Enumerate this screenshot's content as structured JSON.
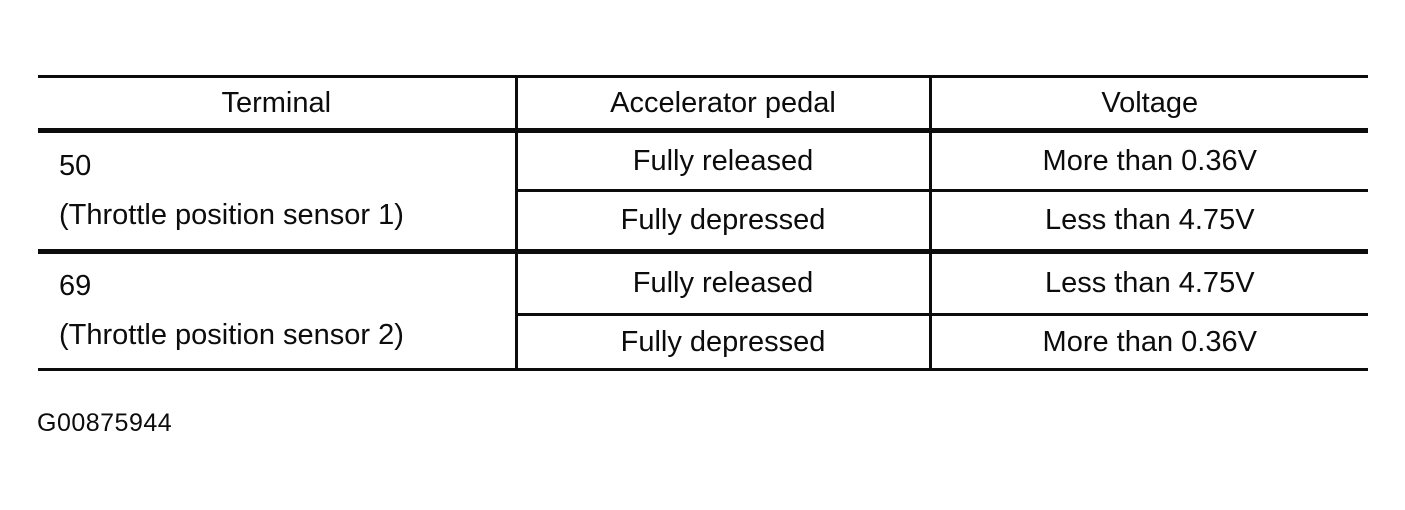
{
  "colors": {
    "ink": "#0c0c0c",
    "paper": "#ffffff"
  },
  "figure_code": "G00875944",
  "table": {
    "columns": [
      "Terminal",
      "Accelerator pedal",
      "Voltage"
    ],
    "groups": [
      {
        "terminal": "50",
        "terminal_label": "(Throttle position sensor 1)",
        "rows": [
          {
            "pedal": "Fully released",
            "voltage": "More than 0.36V"
          },
          {
            "pedal": "Fully depressed",
            "voltage": "Less than 4.75V"
          }
        ]
      },
      {
        "terminal": "69",
        "terminal_label": "(Throttle position sensor 2)",
        "rows": [
          {
            "pedal": "Fully released",
            "voltage": "Less than 4.75V"
          },
          {
            "pedal": "Fully depressed",
            "voltage": "More than 0.36V"
          }
        ]
      }
    ]
  }
}
